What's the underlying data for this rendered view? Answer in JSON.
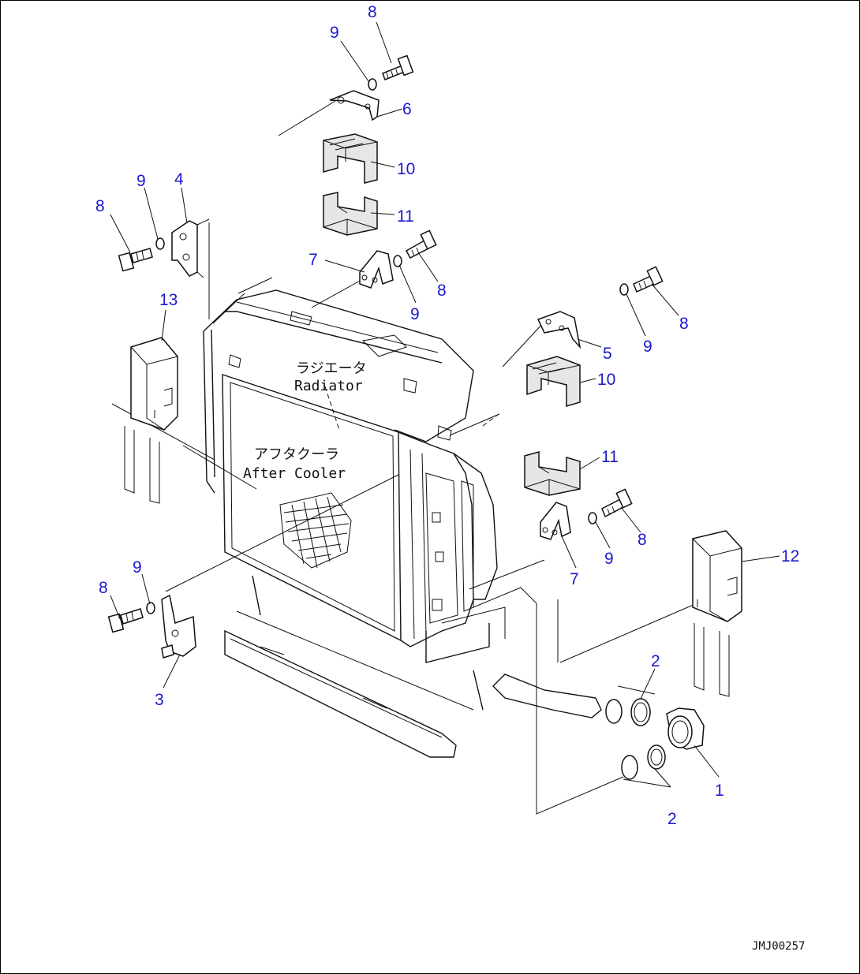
{
  "labels": {
    "radiator_jp": "ラジエータ",
    "radiator_en": "Radiator",
    "aftercooler_jp": "アフタクーラ",
    "aftercooler_en": "After Cooler",
    "drawing_code": "JMJ00257"
  },
  "callouts": [
    {
      "id": "c8a",
      "text": "8"
    },
    {
      "id": "c9a",
      "text": "9"
    },
    {
      "id": "c6",
      "text": "6"
    },
    {
      "id": "c10a",
      "text": "10"
    },
    {
      "id": "c11a",
      "text": "11"
    },
    {
      "id": "c9b",
      "text": "9"
    },
    {
      "id": "c4",
      "text": "4"
    },
    {
      "id": "c8b",
      "text": "8"
    },
    {
      "id": "c7a",
      "text": "7"
    },
    {
      "id": "c8c",
      "text": "8"
    },
    {
      "id": "c9c",
      "text": "9"
    },
    {
      "id": "c13",
      "text": "13"
    },
    {
      "id": "c8d",
      "text": "8"
    },
    {
      "id": "c9d",
      "text": "9"
    },
    {
      "id": "c5",
      "text": "5"
    },
    {
      "id": "c10b",
      "text": "10"
    },
    {
      "id": "c11b",
      "text": "11"
    },
    {
      "id": "c8e",
      "text": "8"
    },
    {
      "id": "c9e",
      "text": "9"
    },
    {
      "id": "c7b",
      "text": "7"
    },
    {
      "id": "c12",
      "text": "12"
    },
    {
      "id": "c9f",
      "text": "9"
    },
    {
      "id": "c8f",
      "text": "8"
    },
    {
      "id": "c3",
      "text": "3"
    },
    {
      "id": "c2a",
      "text": "2"
    },
    {
      "id": "c1",
      "text": "1"
    },
    {
      "id": "c2b",
      "text": "2"
    }
  ]
}
